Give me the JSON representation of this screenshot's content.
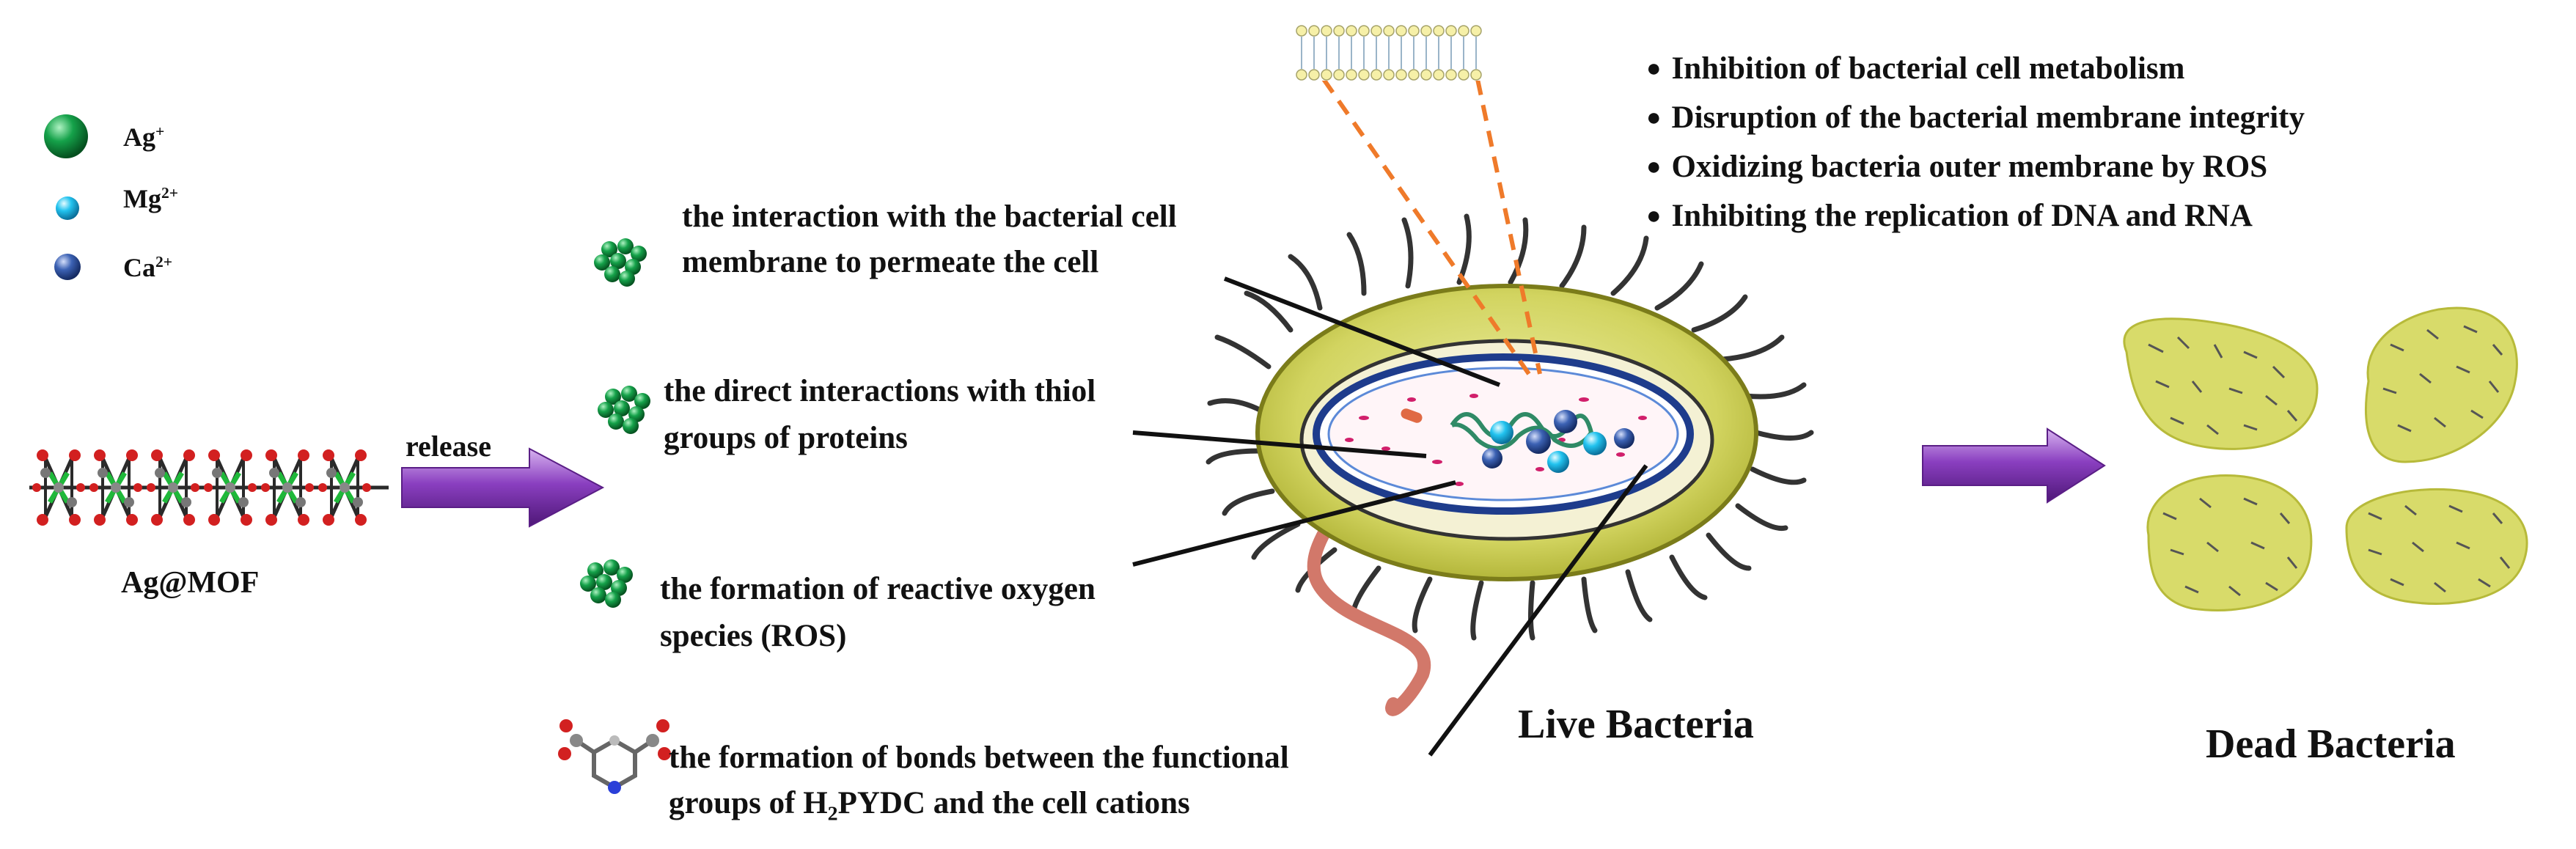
{
  "legend": [
    {
      "symbol": "Ag",
      "charge": "+",
      "color": "#0c8f3c"
    },
    {
      "symbol": "Mg",
      "charge": "2+",
      "color": "#18b8e8"
    },
    {
      "symbol": "Ca",
      "charge": "2+",
      "color": "#2f56a8"
    }
  ],
  "source_material": {
    "name": "Ag@MOF",
    "arrow_label": "release"
  },
  "mechanisms": [
    {
      "line1": "the interaction with the bacterial cell",
      "line2": "membrane to permeate the cell"
    },
    {
      "line1": "the direct interactions with thiol",
      "line2": "groups of proteins"
    },
    {
      "line1": "the formation of reactive oxygen",
      "line2": "species (ROS)"
    },
    {
      "line1": "the formation of bonds between the functional",
      "line2_prefix": "groups of H",
      "line2_sub": "2",
      "line2_suffix": "PYDC and the cell cations"
    }
  ],
  "effects": [
    "Inhibition of bacterial cell metabolism",
    "Disruption of the bacterial membrane integrity",
    "Oxidizing bacteria outer membrane by ROS",
    "Inhibiting the replication of DNA and RNA"
  ],
  "live_label": "Live Bacteria",
  "dead_label": "Dead Bacteria",
  "colors": {
    "arrow_purple": "#7a2fb0",
    "cell_yellow": "#d6d86a",
    "membrane_blue": "#1e3c8c",
    "flagellum": "#d2786a",
    "dashed_orange": "#ef7a2a"
  }
}
